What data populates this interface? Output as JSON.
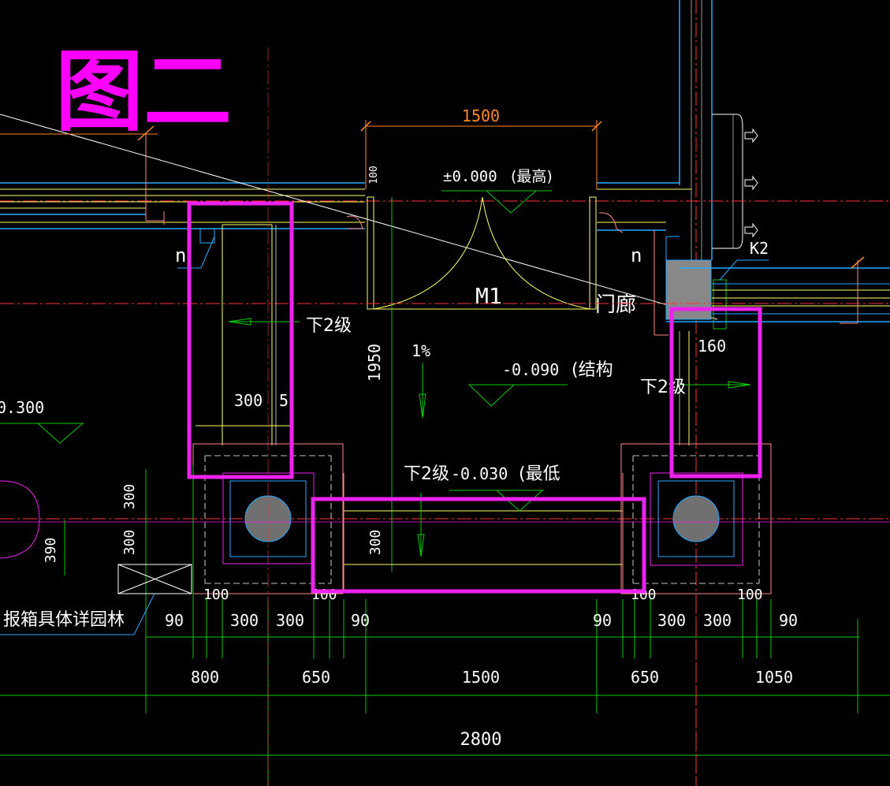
{
  "title": "图二",
  "colors": {
    "background": "#000000",
    "magenta": "#ff00ff",
    "highlight": "#ee22ee",
    "yellow": "#ffff66",
    "cyan": "#22aaff",
    "green": "#00cc00",
    "red": "#ff3333",
    "white": "#ffffff",
    "pink": "#ff8888",
    "orange": "#ff8822",
    "gray": "#888888"
  },
  "labels": {
    "top_dim": "1500",
    "top_left_dim": "100",
    "elev_top": "±0.000",
    "elev_top_note": "(最高)",
    "door": "M1",
    "porch": "门廊",
    "k2": "K2",
    "n_left": "n",
    "n_right": "n",
    "step_left": "下2级",
    "step_right": "下2级",
    "step_bottom": "下2级",
    "slope": "1%",
    "elev_mid": "-0.090",
    "elev_mid_note": "(结构",
    "elev_low": "-0.030",
    "elev_low_note": "(最低",
    "elev_far_left": "0.300",
    "dim_160": "160",
    "dim_1950": "1950",
    "dim_300_a": "300",
    "dim_5": "5",
    "dim_300_v1": "300",
    "dim_300_v2": "300",
    "dim_390": "390",
    "dim_300_v3": "300",
    "dim_100_a": "100",
    "dim_100_b": "100",
    "dim_100_c": "100",
    "dim_100_d": "100",
    "note_box": "报箱具体详园林",
    "row1": [
      "90",
      "300",
      "300",
      "90",
      "90",
      "300",
      "300",
      "90"
    ],
    "row2": [
      "800",
      "650",
      "1500",
      "650",
      "1050"
    ],
    "total": "2800"
  }
}
